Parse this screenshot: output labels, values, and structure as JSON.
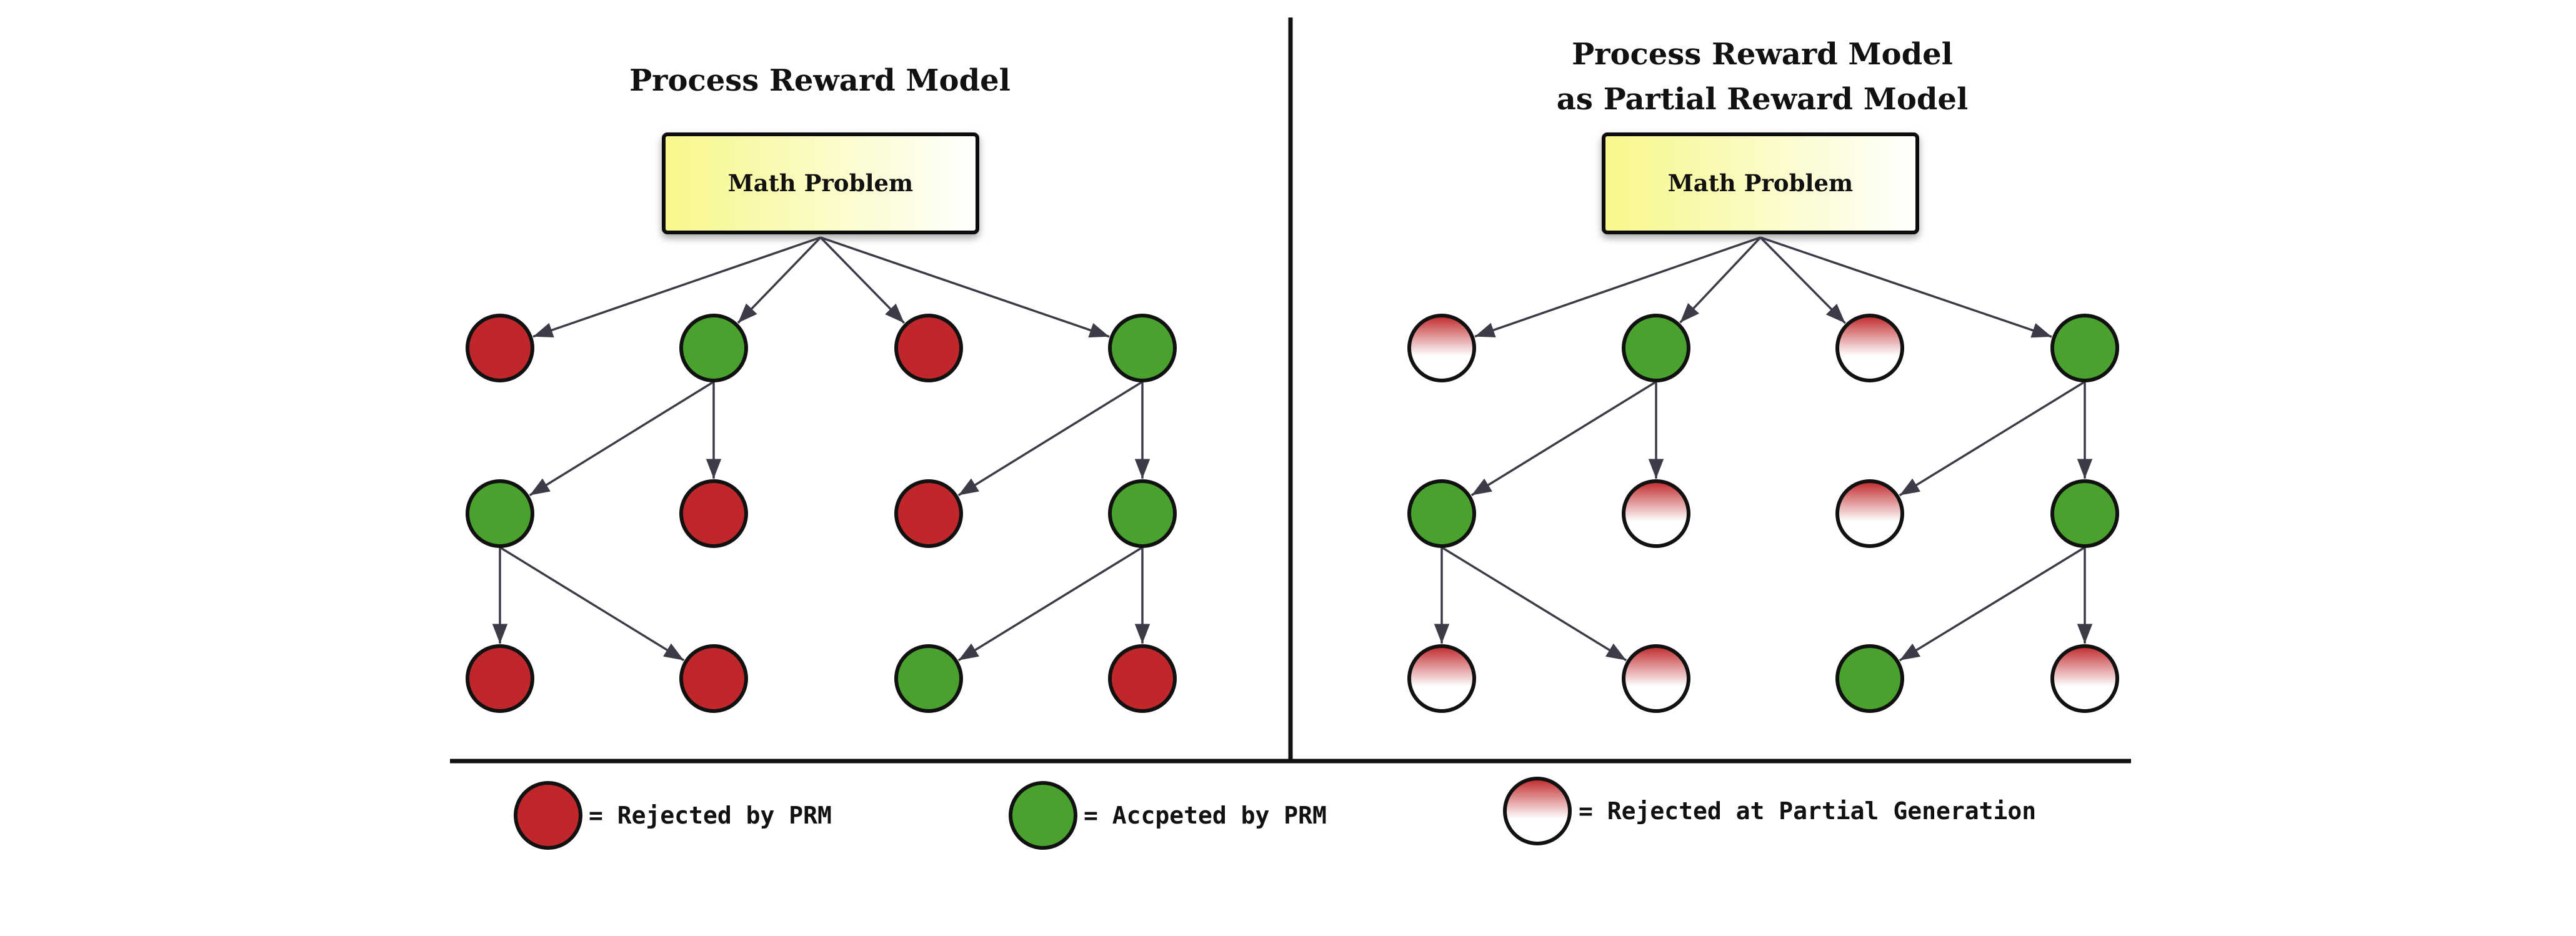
{
  "left_panel": {
    "title": "Process Reward Model",
    "root_label": "Math Problem",
    "nodes": [
      {
        "id": "a",
        "state": "rejected"
      },
      {
        "id": "b",
        "state": "accepted"
      },
      {
        "id": "c",
        "state": "rejected"
      },
      {
        "id": "d",
        "state": "accepted"
      },
      {
        "id": "e",
        "state": "accepted"
      },
      {
        "id": "f",
        "state": "rejected"
      },
      {
        "id": "g",
        "state": "rejected"
      },
      {
        "id": "h",
        "state": "accepted"
      },
      {
        "id": "i",
        "state": "rejected"
      },
      {
        "id": "j",
        "state": "rejected"
      },
      {
        "id": "k",
        "state": "accepted"
      },
      {
        "id": "l",
        "state": "rejected"
      }
    ]
  },
  "right_panel": {
    "title_line1": "Process Reward Model",
    "title_line2": "as Partial Reward Model",
    "root_label": "Math Problem",
    "nodes": [
      {
        "id": "a",
        "state": "partial"
      },
      {
        "id": "b",
        "state": "accepted"
      },
      {
        "id": "c",
        "state": "partial"
      },
      {
        "id": "d",
        "state": "accepted"
      },
      {
        "id": "e",
        "state": "accepted"
      },
      {
        "id": "f",
        "state": "partial"
      },
      {
        "id": "g",
        "state": "partial"
      },
      {
        "id": "h",
        "state": "accepted"
      },
      {
        "id": "i",
        "state": "partial"
      },
      {
        "id": "j",
        "state": "partial"
      },
      {
        "id": "k",
        "state": "accepted"
      },
      {
        "id": "l",
        "state": "partial"
      }
    ]
  },
  "edges": [
    [
      "root",
      "a"
    ],
    [
      "root",
      "b"
    ],
    [
      "root",
      "c"
    ],
    [
      "root",
      "d"
    ],
    [
      "b",
      "e"
    ],
    [
      "b",
      "f"
    ],
    [
      "d",
      "g"
    ],
    [
      "d",
      "h"
    ],
    [
      "e",
      "i"
    ],
    [
      "e",
      "j"
    ],
    [
      "h",
      "k"
    ],
    [
      "h",
      "l"
    ]
  ],
  "legend": [
    {
      "state": "rejected",
      "label": "= Rejected by PRM"
    },
    {
      "state": "accepted",
      "label": "= Accpeted by PRM"
    },
    {
      "state": "partial",
      "label": "= Rejected at Partial Generation"
    }
  ],
  "colors": {
    "rejected": "#c0272a",
    "accepted": "#4aa22e",
    "partial_top": "#c0272a",
    "partial_bottom": "#ffffff",
    "box_left": "#f7f78a",
    "box_right": "#ffffff",
    "edge": "#3c3c48",
    "outline": "#111111"
  }
}
